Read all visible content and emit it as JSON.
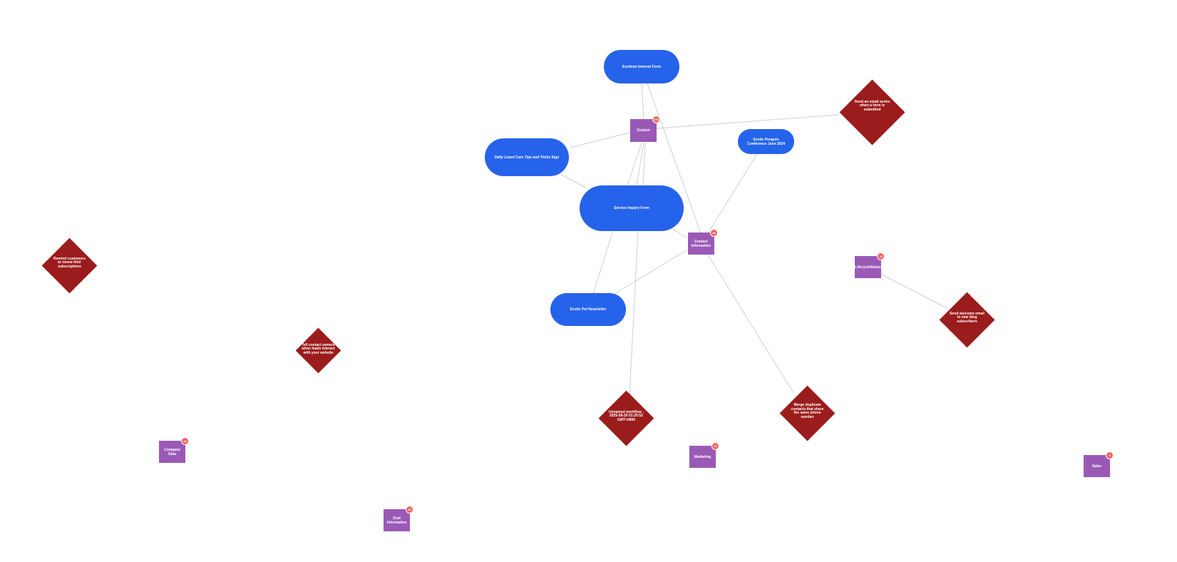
{
  "colors": {
    "form": "#2563eb",
    "group": "#9b59b6",
    "workflow": "#9b1c1c",
    "badge": "#f06462",
    "edge": "#cfcfcf"
  },
  "forms": {
    "exotican_interest": "Exotican Interest Form",
    "daily_lizard": "Daily Lizard Care Tips and Tricks Sign",
    "service_inquiry": "Service Inquiry Form",
    "exotic_penguin": "Exotic Penguin Conference June 2024",
    "exotic_pet_newsletter": "Exotic Pet Newsletter"
  },
  "groups": {
    "custom": {
      "label": "Custom",
      "badge": "100"
    },
    "contact_information": {
      "label": "Contact Information",
      "badge": "40"
    },
    "lifecycle_status": {
      "label": "LifecycleStatus",
      "badge": "10"
    },
    "company_data": {
      "label": "Company Data",
      "badge": "40"
    },
    "marketing": {
      "label": "Marketing",
      "badge": "10"
    },
    "deal_information": {
      "label": "Deal Information",
      "badge": "30"
    },
    "sales": {
      "label": "Sales",
      "badge": "4"
    }
  },
  "workflows": {
    "send_email_series": "Send an email series when a form is submitted",
    "remind_customers": "Remind customers to renew their subscriptions",
    "tell_contact_owners": "Tell contact owners when leads interact with your website",
    "send_welcome": "Send welcome email to new blog subscribers",
    "unnamed_workflow": "Unnamed workflow - 2025-08-20 01:20:52 GMT+0800",
    "merge_duplicate": "Merge duplicate contacts that share the same phone number"
  }
}
